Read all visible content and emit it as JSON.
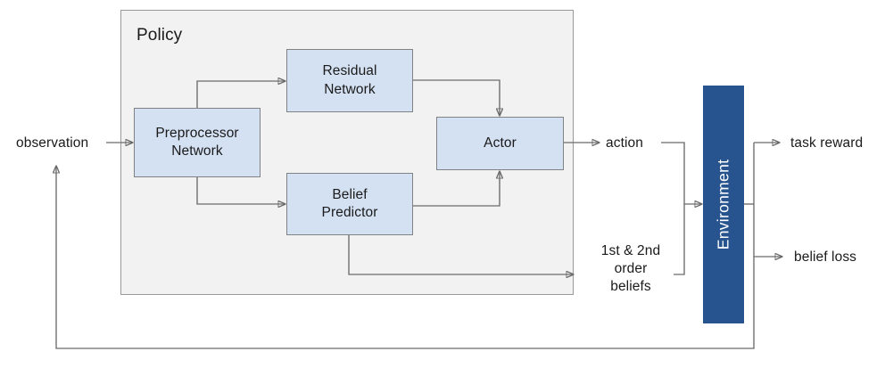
{
  "diagram": {
    "title": "Policy / Environment reinforcement learning architecture",
    "container": {
      "label": "Policy"
    },
    "nodes": [
      {
        "id": "preprocessor",
        "label": "Preprocessor\nNetwork",
        "line1": "Preprocessor",
        "line2": "Network"
      },
      {
        "id": "residual",
        "label": "Residual\nNetwork",
        "line1": "Residual",
        "line2": "Network"
      },
      {
        "id": "belief",
        "label": "Belief\nPredictor",
        "line1": "Belief",
        "line2": "Predictor"
      },
      {
        "id": "actor",
        "label": "Actor",
        "line1": "Actor",
        "line2": ""
      },
      {
        "id": "environment",
        "label": "Environment",
        "line1": "Environment",
        "line2": ""
      }
    ],
    "edge_labels": {
      "observation": "observation",
      "action": "action",
      "beliefs": "1st & 2nd order beliefs",
      "beliefs_line1": "1st & 2nd",
      "beliefs_line2": "order",
      "beliefs_line3": "beliefs",
      "task_reward": "task reward",
      "belief_loss": "belief loss"
    },
    "edges": [
      {
        "from": "observation",
        "to": "preprocessor"
      },
      {
        "from": "preprocessor",
        "to": "residual"
      },
      {
        "from": "preprocessor",
        "to": "belief"
      },
      {
        "from": "residual",
        "to": "actor"
      },
      {
        "from": "belief",
        "to": "actor"
      },
      {
        "from": "actor",
        "to": "action"
      },
      {
        "from": "belief",
        "to": "beliefs"
      },
      {
        "from": "action",
        "to": "environment"
      },
      {
        "from": "beliefs",
        "to": "environment"
      },
      {
        "from": "environment",
        "to": "task_reward"
      },
      {
        "from": "environment",
        "to": "belief_loss"
      },
      {
        "from": "environment",
        "to": "observation"
      }
    ],
    "colors": {
      "node_fill": "#d4e1f2",
      "node_border": "#7f8386",
      "container_fill": "#f2f2f2",
      "container_border": "#999999",
      "environment_fill": "#27548f",
      "environment_text": "#ffffff",
      "wire": "#6b6b6b",
      "text": "#1a1a1a",
      "background": "#ffffff"
    }
  }
}
